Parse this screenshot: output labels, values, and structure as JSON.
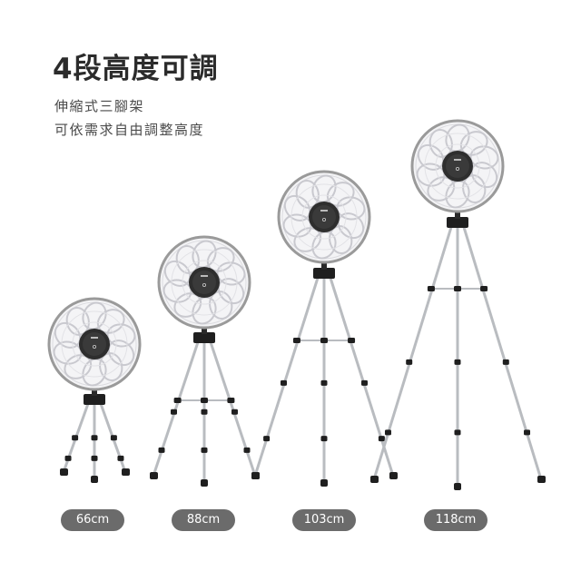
{
  "title": "4段高度可調",
  "subtitle_lines": [
    "伸縮式三腳架",
    "可依需求自由調整高度"
  ],
  "fans": [
    {
      "height_label": "66cm"
    },
    {
      "height_label": "88cm"
    },
    {
      "height_label": "103cm"
    },
    {
      "height_label": "118cm"
    }
  ],
  "colors": {
    "title": "#2b2b2b",
    "pill": "#6b6b6b",
    "fan_ring": "#9a9a9a",
    "blade": "#c9c9cf",
    "hub": "#2e2e2e",
    "leg": "#b9bcc0",
    "joint": "#1f1f1f"
  }
}
